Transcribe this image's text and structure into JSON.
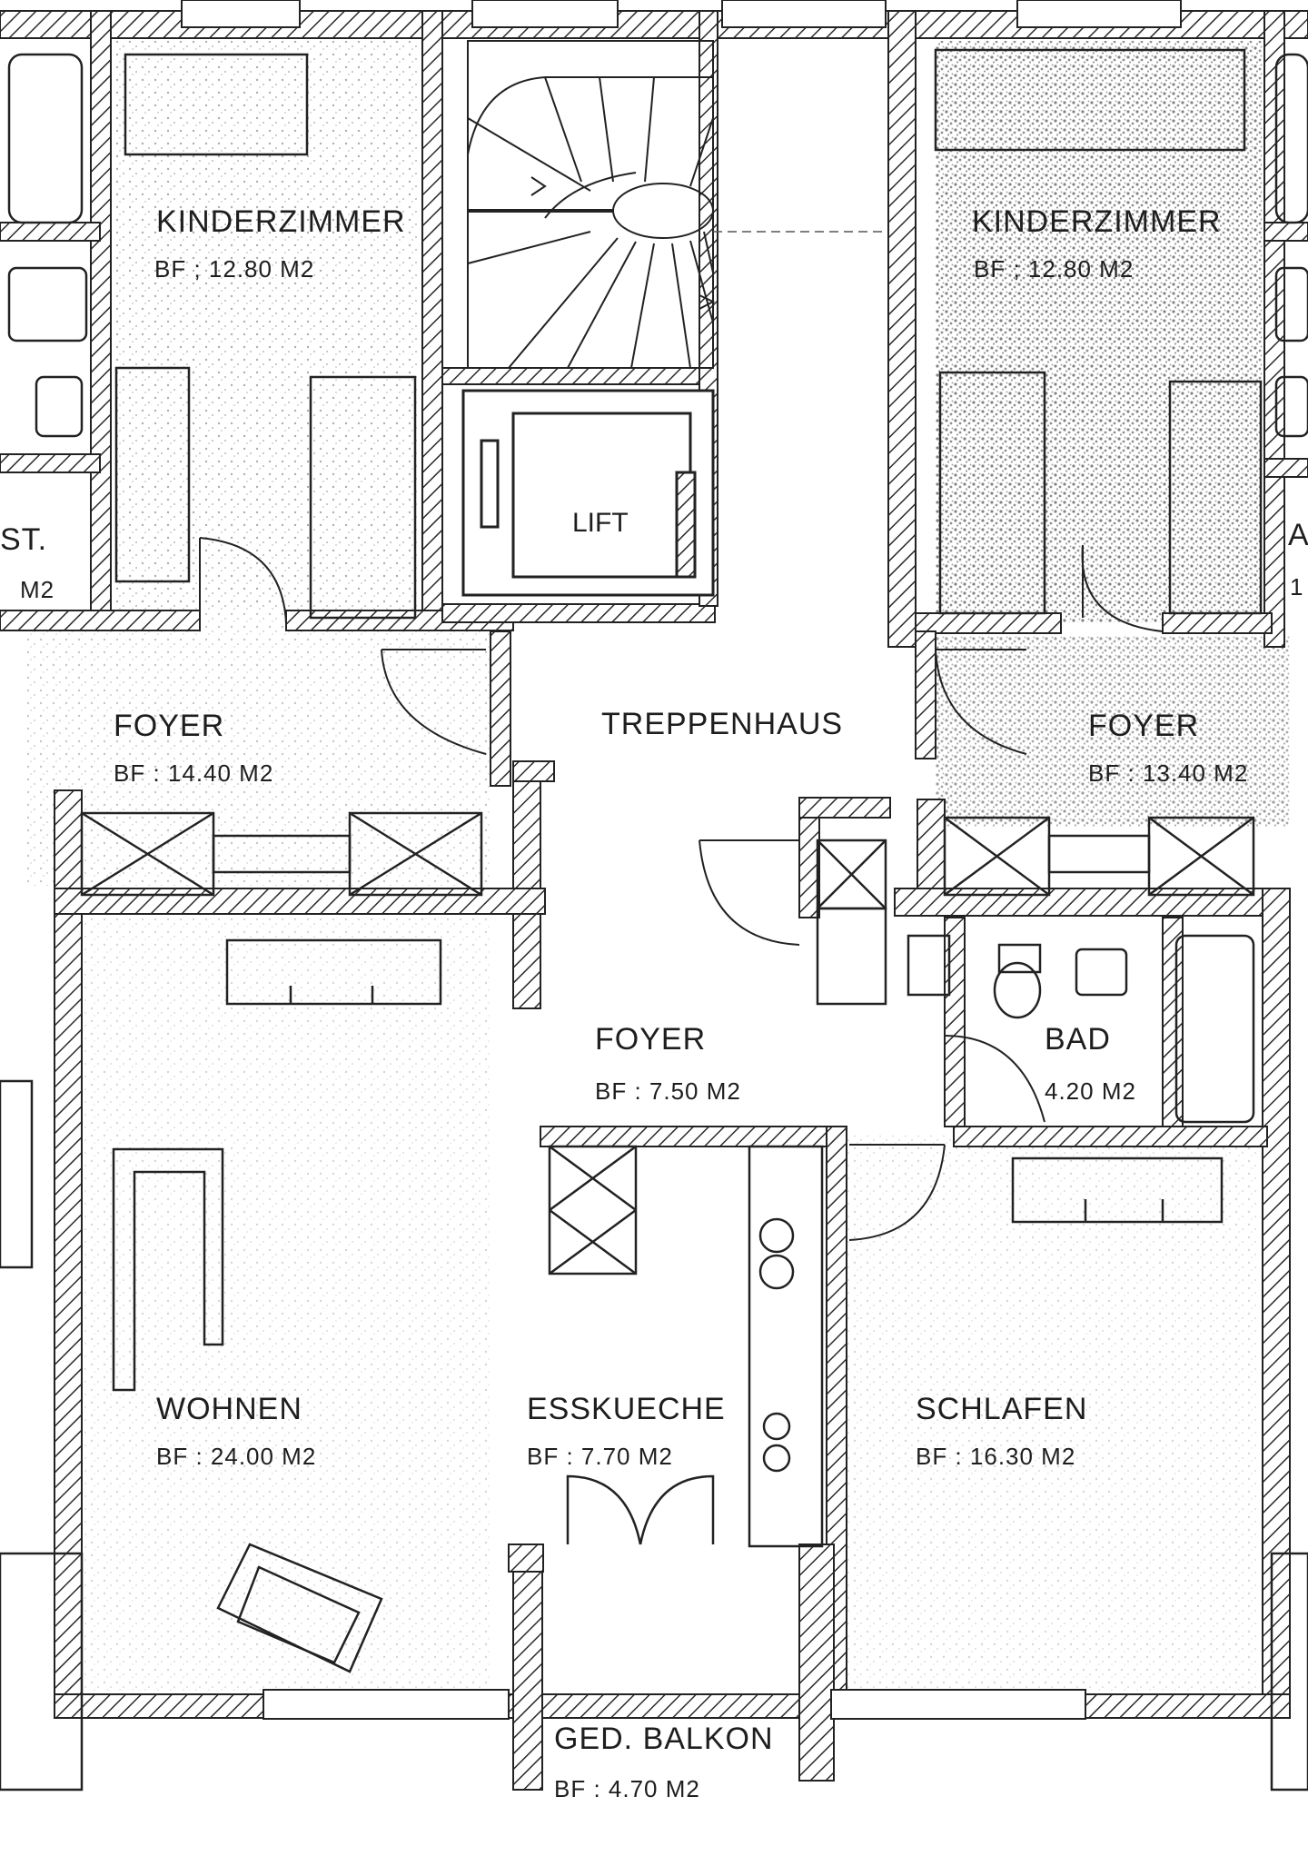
{
  "plan": {
    "rooms": [
      {
        "id": "kinderzimmer-left",
        "name": "KINDERZIMMER",
        "area": "BF ; 12.80 M2"
      },
      {
        "id": "kinderzimmer-right",
        "name": "KINDERZIMMER",
        "area": "BF ; 12.80 M2"
      },
      {
        "id": "foyer-left",
        "name": "FOYER",
        "area": "BF : 14.40 M2"
      },
      {
        "id": "foyer-right",
        "name": "FOYER",
        "area": "BF : 13.40 M2"
      },
      {
        "id": "treppenhaus",
        "name": "TREPPENHAUS",
        "area": ""
      },
      {
        "id": "foyer-center",
        "name": "FOYER",
        "area": "BF : 7.50 M2"
      },
      {
        "id": "bad",
        "name": "BAD",
        "area": "4.20 M2"
      },
      {
        "id": "wohnen",
        "name": "WOHNEN",
        "area": "BF : 24.00 M2"
      },
      {
        "id": "esskueche",
        "name": "ESSKUECHE",
        "area": "BF : 7.70 M2"
      },
      {
        "id": "schlafen",
        "name": "SCHLAFEN",
        "area": "BF : 16.30 M2"
      },
      {
        "id": "balkon",
        "name": "GED. BALKON",
        "area": "BF : 4.70 M2"
      }
    ],
    "lift_label": "LIFT",
    "edge_fragments": {
      "left_room_name": "ST.",
      "left_room_area": "M2",
      "right_room_name": "A",
      "right_room_area": "1"
    },
    "colors": {
      "wall_fill": "#ffffff",
      "wall_line": "#222222",
      "hatch": "#333333",
      "paper": "#ffffff",
      "stipple": "#9a9a9a"
    }
  }
}
